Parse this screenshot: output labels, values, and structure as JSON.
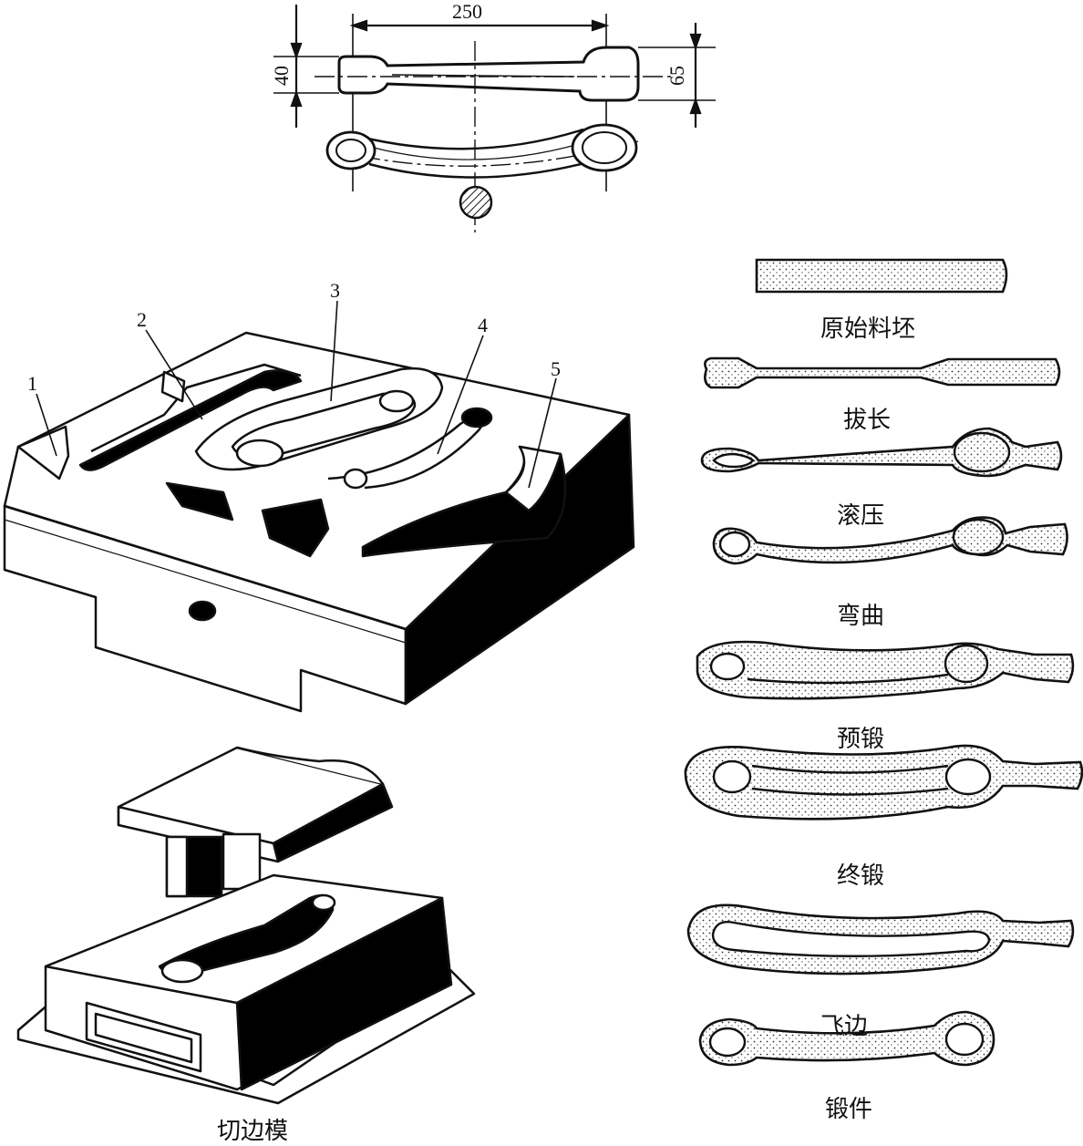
{
  "dimensions": {
    "length": "250",
    "small_end": "40",
    "big_end": "65"
  },
  "part_numbers": [
    "1",
    "2",
    "3",
    "4",
    "5"
  ],
  "stages": [
    {
      "label": "原始料坯"
    },
    {
      "label": "拔长"
    },
    {
      "label": "滚压"
    },
    {
      "label": "弯曲"
    },
    {
      "label": "预锻"
    },
    {
      "label": "终锻"
    },
    {
      "label": "飞边"
    },
    {
      "label": "锻件"
    }
  ],
  "trim_die_label": "切边模",
  "colors": {
    "line": "#111111",
    "fill_dark": "#000000",
    "stipple": "#f2f2f2"
  }
}
